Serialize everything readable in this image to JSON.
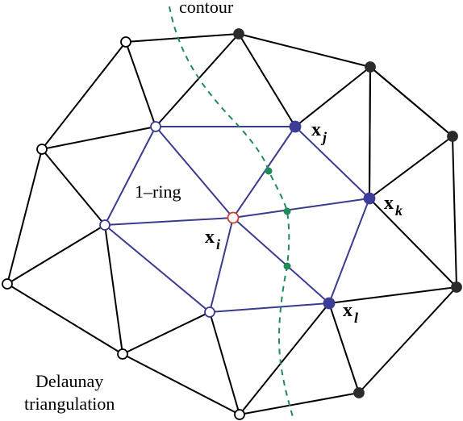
{
  "labels": {
    "contour": "contour",
    "ring": "1–ring",
    "delaunay_line1": "Delaunay",
    "delaunay_line2": "triangulation",
    "xi_base": "x",
    "xi_sub": "i",
    "xj_base": "x",
    "xj_sub": "j",
    "xk_base": "x",
    "xk_sub": "k",
    "xl_base": "x",
    "xl_sub": "l"
  },
  "colors": {
    "edge": "#000000",
    "ring_edge": "#3b3b8f",
    "filled_vertex": "#2b2b2b",
    "ring_vertex_filled": "#3d3d99",
    "center_vertex": "#d43b2b",
    "contour": "#1f8a5a",
    "open_vertex_fill": "#ffffff"
  }
}
